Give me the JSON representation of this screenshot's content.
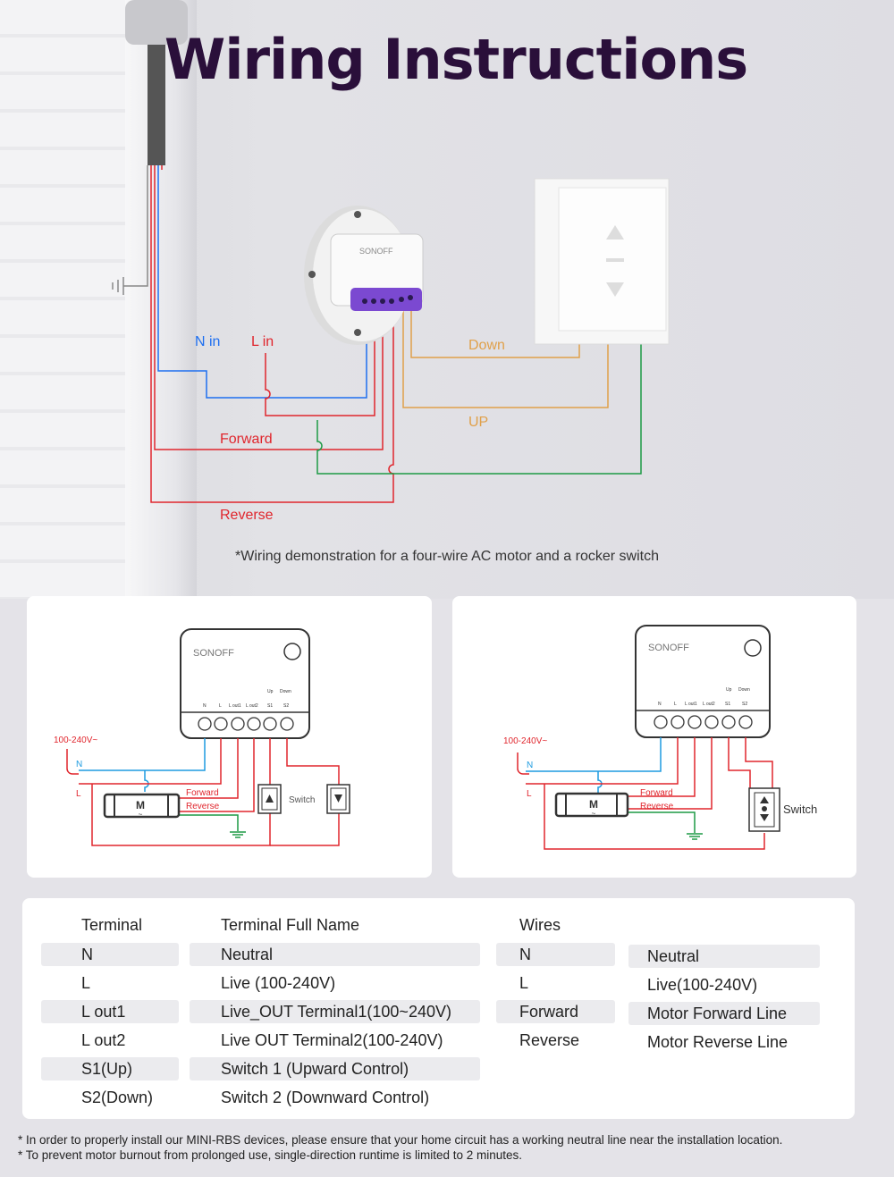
{
  "title": "Wiring Instructions",
  "hero": {
    "n_in": "N in",
    "l_in": "L in",
    "forward": "Forward",
    "reverse": "Reverse",
    "down": "Down",
    "up": "UP",
    "brand": "SONOFF"
  },
  "caption": "*Wiring demonstration for a four-wire AC motor and a rocker switch",
  "diagram": {
    "brand": "SONOFF",
    "voltage": "100-240V~",
    "n": "N",
    "l": "L",
    "forward": "Forward",
    "reverse": "Reverse",
    "switch": "Switch",
    "motor": "M",
    "motor_sub": "~",
    "terminals": [
      "N",
      "L",
      "L out1",
      "L out2",
      "S1",
      "S2"
    ],
    "up": "Up",
    "down": "Down"
  },
  "colors": {
    "neutral": "#1e9be0",
    "live": "#e0262d",
    "ground": "#1d9a45",
    "switch_wire": "#e0a04a",
    "title": "#2a0f3a"
  },
  "table": {
    "headers": [
      "Terminal",
      "Terminal Full Name",
      "Wires"
    ],
    "terminals": [
      {
        "terminal": "N",
        "full": "Neutral"
      },
      {
        "terminal": "L",
        "full": "Live (100-240V)"
      },
      {
        "terminal": "L out1",
        "full": "Live_OUT Terminal1(100~240V)"
      },
      {
        "terminal": "L out2",
        "full": "Live OUT Terminal2(100-240V)"
      },
      {
        "terminal": "S1(Up)",
        "full": "Switch 1 (Upward Control)"
      },
      {
        "terminal": "S2(Down)",
        "full": "Switch 2 (Downward Control)"
      }
    ],
    "wires": [
      {
        "wire": "N",
        "desc": "Neutral"
      },
      {
        "wire": "L",
        "desc": "Live(100-240V)"
      },
      {
        "wire": "Forward",
        "desc": "Motor Forward Line"
      },
      {
        "wire": "Reverse",
        "desc": "Motor Reverse Line"
      }
    ]
  },
  "notes": [
    "* In order to properly install our MINI-RBS devices, please ensure that your home circuit has a working neutral line near the installation location.",
    "* To prevent motor burnout from prolonged use, single-direction runtime is limited to 2 minutes."
  ]
}
